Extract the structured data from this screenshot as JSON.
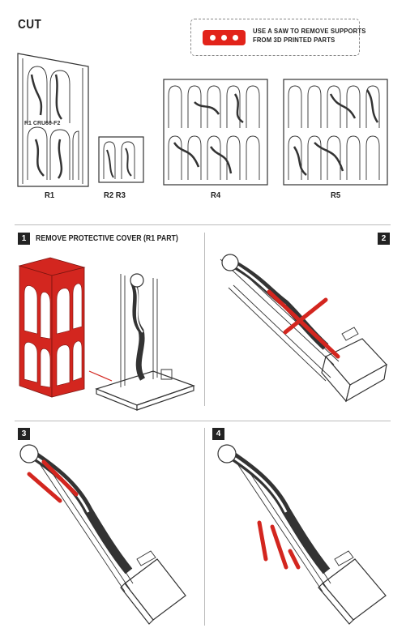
{
  "cut": {
    "title": "CUT",
    "notice_line1": "USE A SAW TO REMOVE SUPPORTS",
    "notice_line2_prefix": "FROM ",
    "notice_line2_bold": "3D PRINTED PARTS",
    "part_text": "R1   CRU60-F2",
    "labels": {
      "r1": "R1",
      "r2r3": "R2  R3",
      "r4": "R4",
      "r5": "R5"
    }
  },
  "steps": [
    {
      "number": "1",
      "title": "REMOVE PROTECTIVE COVER (R1 PART)"
    },
    {
      "number": "2",
      "title": ""
    },
    {
      "number": "3",
      "title": ""
    },
    {
      "number": "4",
      "title": ""
    }
  ],
  "colors": {
    "accent": "#d3261f",
    "text": "#222222",
    "divider": "#bbbbbb"
  }
}
